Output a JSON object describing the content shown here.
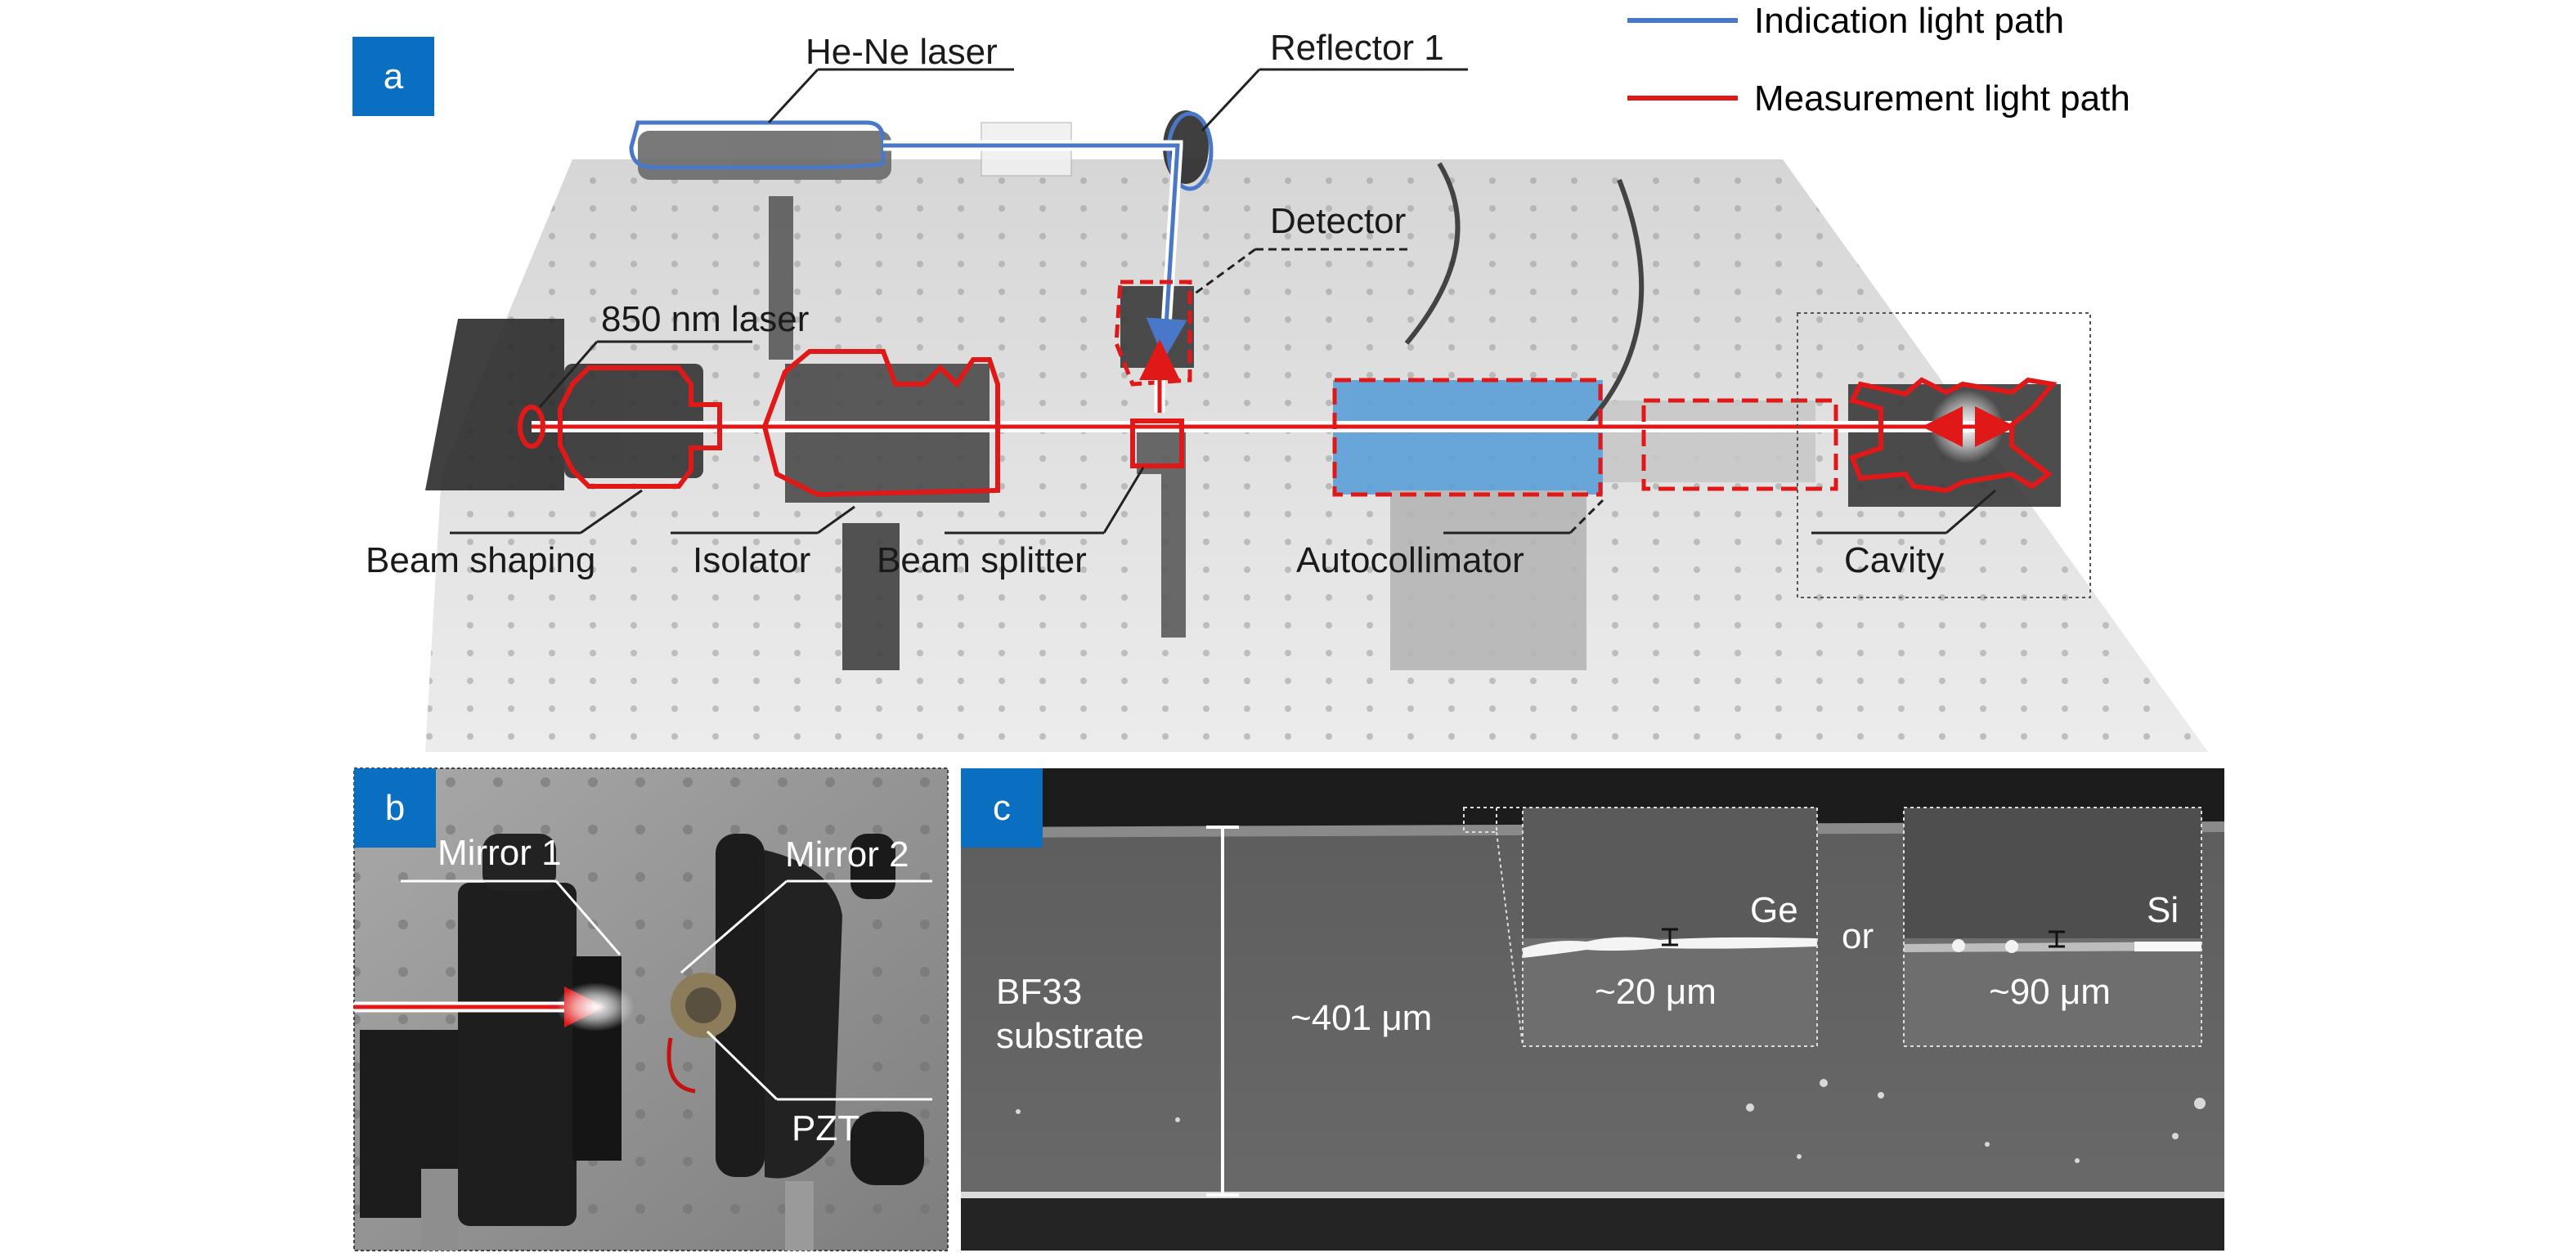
{
  "panels": {
    "a": {
      "label": "a",
      "legend": [
        {
          "label": "Indication light path",
          "color": "#4a78c8"
        },
        {
          "label": "Measurement light path",
          "color": "#e01818"
        }
      ],
      "components": {
        "hene_laser": "He-Ne laser",
        "reflector1": "Reflector 1",
        "detector": "Detector",
        "laser850": "850 nm laser",
        "beam_shaping": "Beam shaping",
        "isolator": "Isolator",
        "beam_splitter": "Beam splitter",
        "autocollimator": "Autocollimator",
        "cavity": "Cavity"
      }
    },
    "b": {
      "label": "b",
      "components": {
        "mirror1": "Mirror 1",
        "mirror2": "Mirror 2",
        "pzt": "PZT"
      }
    },
    "c": {
      "label": "c",
      "substrate_line1": "BF33",
      "substrate_line2": "substrate",
      "thickness": "~401 μm",
      "inset_left": {
        "material": "Ge",
        "thickness": "~20 μm"
      },
      "or": "or",
      "inset_right": {
        "material": "Si",
        "thickness": "~90 μm"
      }
    }
  },
  "colors": {
    "panel_label_bg": "#0b6fc1",
    "indication": "#4a78c8",
    "measurement": "#e01818"
  }
}
